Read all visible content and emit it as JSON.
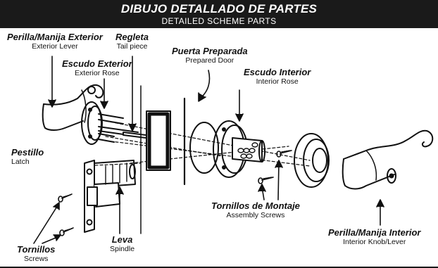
{
  "header": {
    "title_es": "DIBUJO DETALLADO DE PARTES",
    "title_en": "DETAILED SCHEME PARTS"
  },
  "labels": {
    "exterior_lever": {
      "es": "Perilla/Manija Exterior",
      "en": "Exterior Lever"
    },
    "tail_piece": {
      "es": "Regleta",
      "en": "Tail piece"
    },
    "exterior_rose": {
      "es": "Escudo Exterior",
      "en": "Exterior Rose"
    },
    "prepared_door": {
      "es": "Puerta Preparada",
      "en": "Prepared Door"
    },
    "interior_rose": {
      "es": "Escudo Interior",
      "en": "Interior Rose"
    },
    "latch": {
      "es": "Pestillo",
      "en": "Latch"
    },
    "assembly_screws": {
      "es": "Tornillos de Montaje",
      "en": "Assembly Screws"
    },
    "spindle": {
      "es": "Leva",
      "en": "Spindle"
    },
    "screws": {
      "es": "Tornillos",
      "en": "Screws"
    },
    "interior_lever": {
      "es": "Perilla/Manija Interior",
      "en": "Interior Knob/Lever"
    }
  },
  "colors": {
    "ink": "#111111",
    "header_bg": "#1a1a1a",
    "paper": "#ffffff"
  }
}
